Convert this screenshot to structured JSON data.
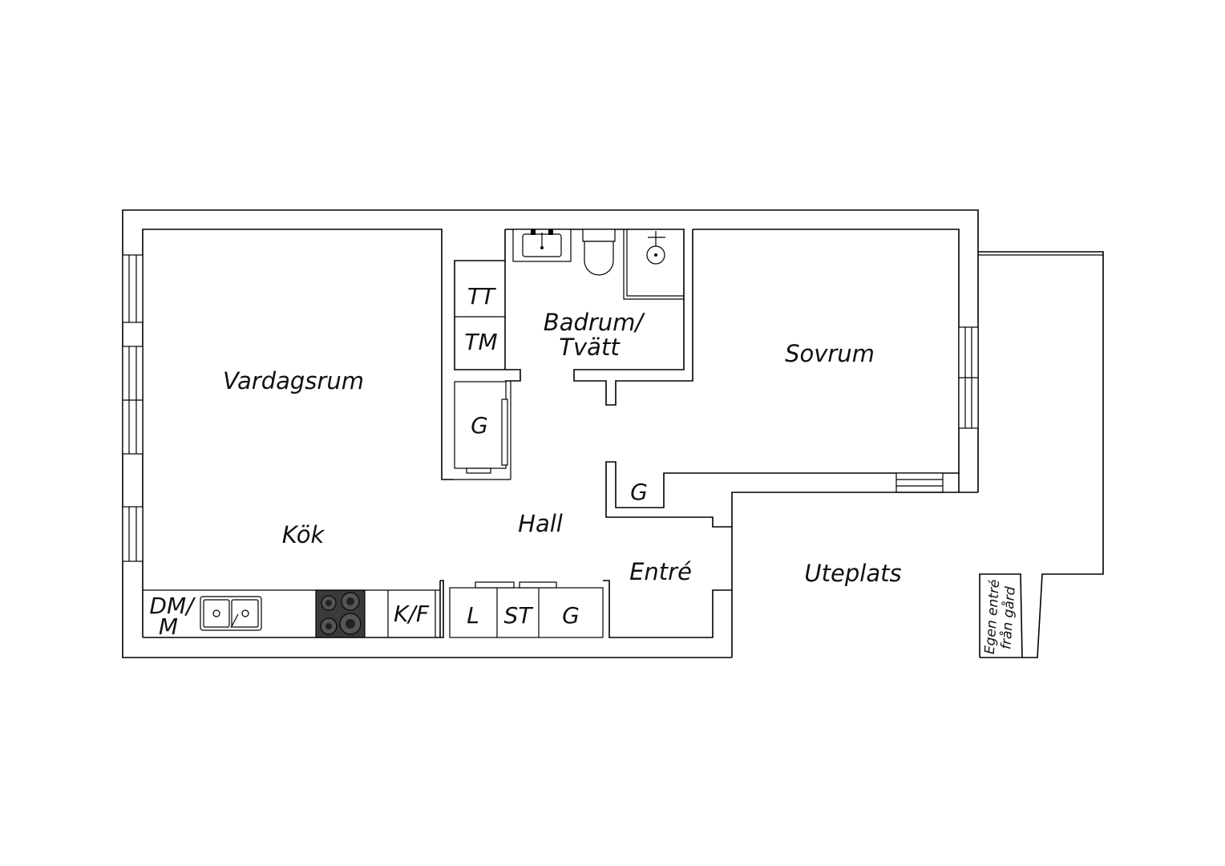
{
  "floorplan": {
    "rooms": {
      "vardagsrum": "Vardagsrum",
      "kok": "Kök",
      "hall": "Hall",
      "entre": "Entré",
      "badrum_line1": "Badrum/",
      "badrum_line2": "Tvätt",
      "sovrum": "Sovrum",
      "uteplats": "Uteplats"
    },
    "fixtures": {
      "tt": "TT",
      "tm": "TM",
      "wardrobe_hall": "G",
      "wardrobe_sovrum": "G",
      "wardrobe_entre": "G",
      "dm_line1": "DM/",
      "dm_line2": "M",
      "kf": "K/F",
      "l": "L",
      "st": "ST"
    },
    "entrance_note": {
      "line1": "Egen entré",
      "line2": "från gård"
    }
  }
}
